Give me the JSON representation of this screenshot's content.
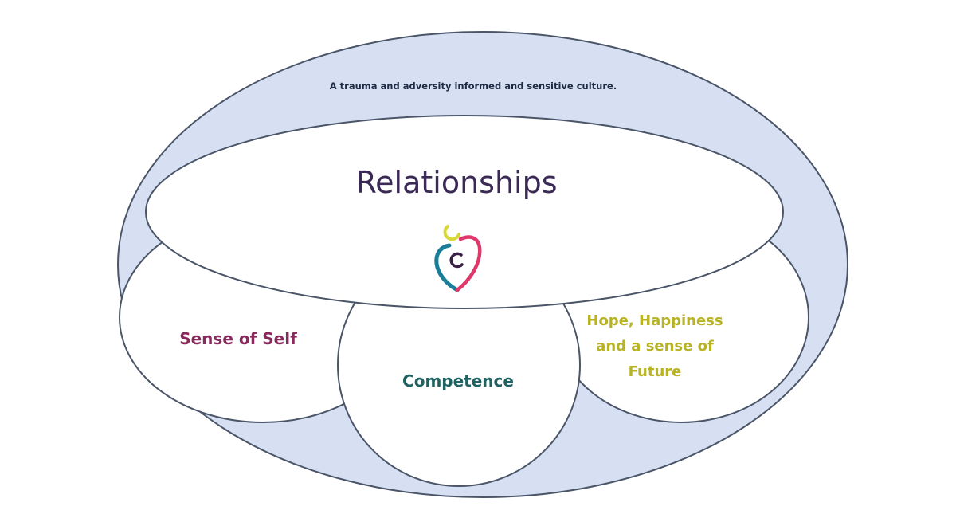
{
  "diagram": {
    "outer_label": "A trauma and adversity informed and sensitive culture.",
    "core_label": "Relationships",
    "logo": "heart-figure-logo-icon",
    "nodes": [
      {
        "id": "sense-of-self",
        "lines": [
          "Sense of Self"
        ],
        "color": "#8a2a5c"
      },
      {
        "id": "competence",
        "lines": [
          "Competence"
        ],
        "color": "#1e6262"
      },
      {
        "id": "hope",
        "lines": [
          "Hope, Happiness",
          "and a sense of",
          "Future"
        ],
        "color": "#b7b325"
      }
    ],
    "colors": {
      "outer_fill": "#d6e0f2",
      "inner_fill": "#ffffff",
      "outline": "#4a5568",
      "core_text": "#3b2a55",
      "culture_text": "#1f2a44",
      "logo_yellow": "#d8d83a",
      "logo_teal": "#1a7e98",
      "logo_red": "#e0386a",
      "logo_purple": "#3a1f45"
    }
  }
}
